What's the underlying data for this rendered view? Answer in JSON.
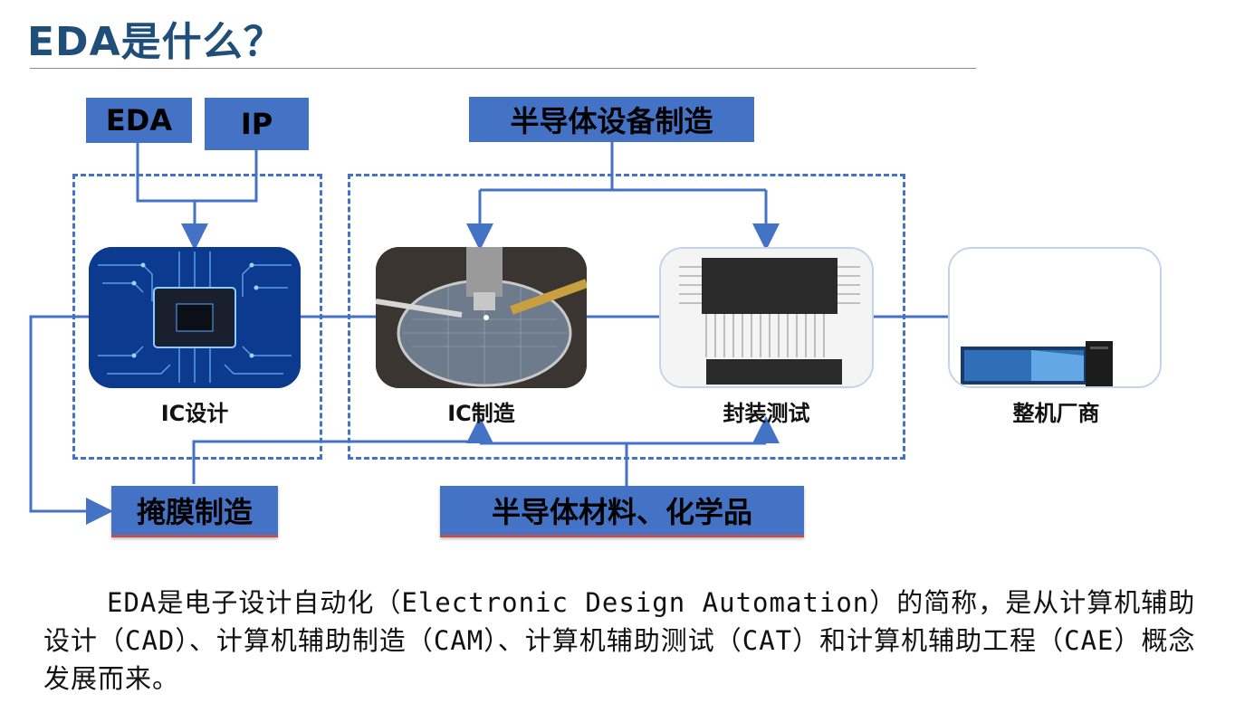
{
  "title": "EDA是什么？",
  "colors": {
    "title": "#1f4e79",
    "accent": "#4472c4",
    "box_underline": "#c0504d"
  },
  "boxes": {
    "eda": "EDA",
    "ip": "IP",
    "equipment": "半导体设备制造",
    "mask": "掩膜制造",
    "materials": "半导体材料、化学品"
  },
  "stages": {
    "ic_design": "IC设计",
    "ic_fab": "IC制造",
    "packaging": "封装测试",
    "oem": "整机厂商"
  },
  "description": "EDA是电子设计自动化（Electronic Design Automation）的简称，是从计算机辅助设计（CAD）、计算机辅助制造（CAM）、计算机辅助测试（CAT）和计算机辅助工程（CAE）概念发展而来。"
}
